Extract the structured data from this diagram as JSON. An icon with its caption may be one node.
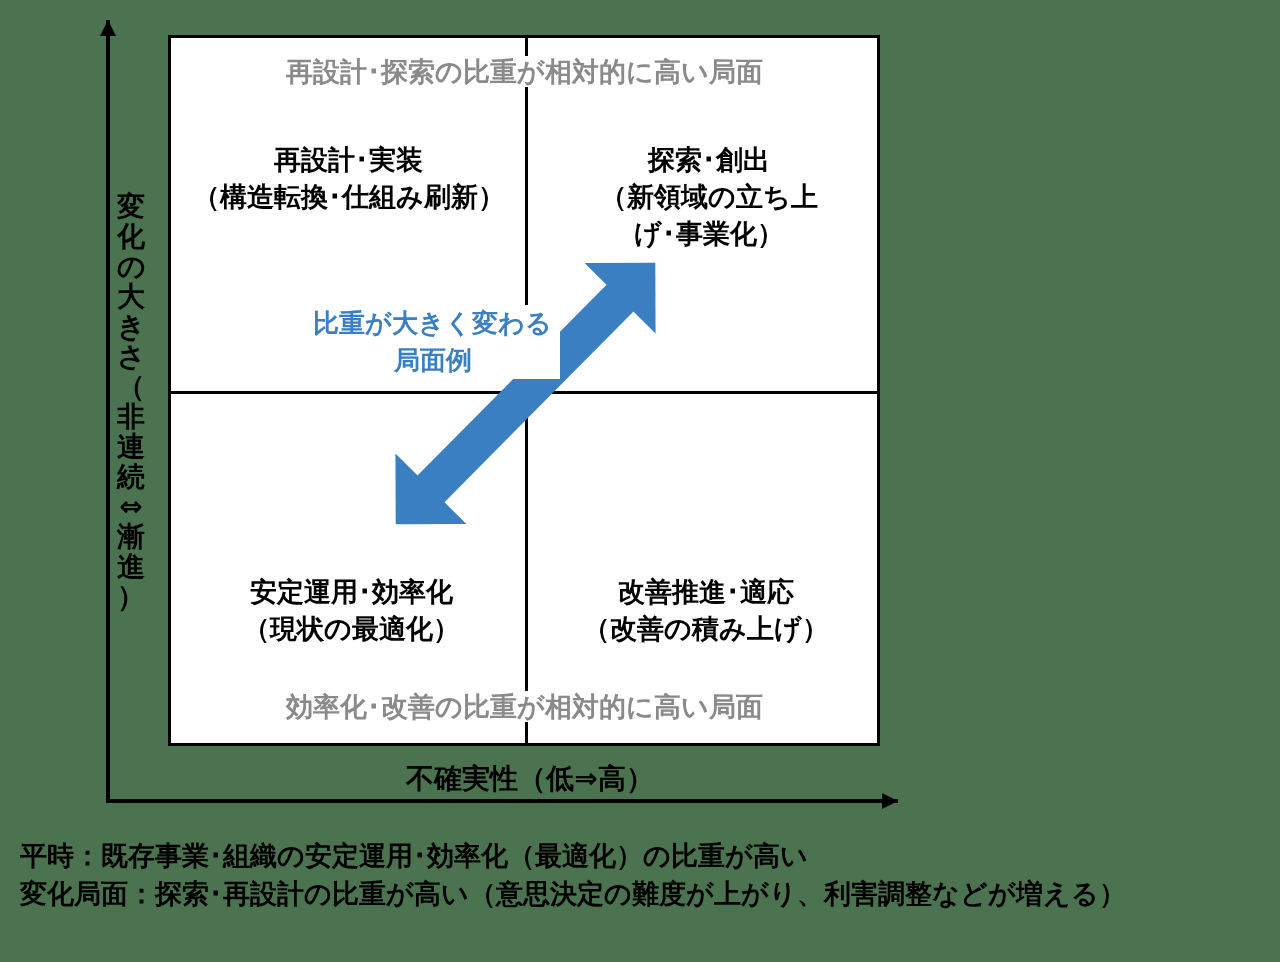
{
  "diagram": {
    "nodes": [
      {
        "text": [
          "再設計･探索の比重が相対的に高い局面",
          "効率化･改善の比重が相対的に高い局面"
        ]
      },
      {
        "text": [
          "再設計･実装（構造転換･仕組み刷新）"
        ],
        "in": 0
      },
      {
        "text": [
          "探索･創出（新領域の立ち上げ･事業化）"
        ],
        "in": 0
      },
      {
        "text": [
          "安定運用･効率化（現状の最適化）"
        ],
        "in": 0
      },
      {
        "text": [
          "改善推進･適応（改善の積み上げ）"
        ],
        "in": 0
      }
    ],
    "edges": [
      {
        "from": 3,
        "to": 2,
        "arrow": "both",
        "label": "比重が大きく変わる局面例",
        "color": "#3a7fc1"
      }
    ],
    "labels": [
      "変化の大きさ（非連続⇔漸進）",
      "不確実性（低⇒高）",
      "平時：既存事業･組織の安定運用･効率化（最適化）の比重が高い",
      "変化局面：探索･再設計の比重が高い（意思決定の難度が上がり、利害調整などが増える）"
    ]
  }
}
